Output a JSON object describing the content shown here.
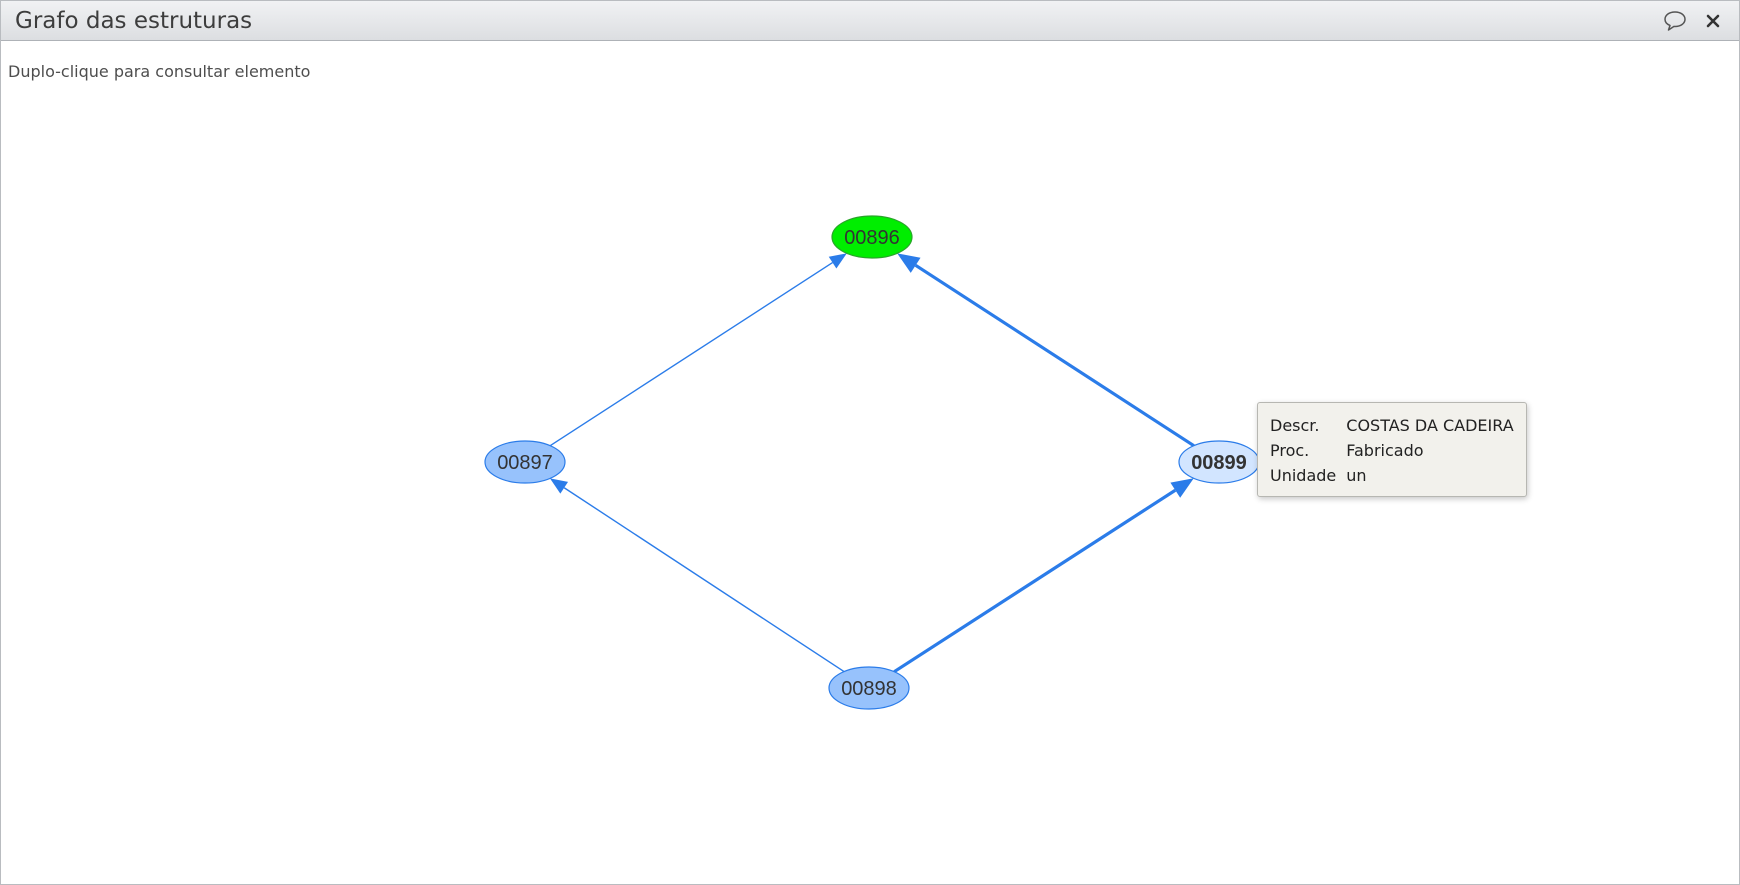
{
  "window": {
    "title": "Grafo das estruturas",
    "actions": [
      {
        "name": "comment",
        "icon": "speech-bubble-icon"
      },
      {
        "name": "close",
        "icon": "close-icon",
        "glyph": "✕"
      }
    ]
  },
  "hint": "Duplo-clique para consultar elemento",
  "graph": {
    "nodes": [
      {
        "id": "00896",
        "label": "00896",
        "fill": "#00ee00",
        "stroke": "#2aa52a",
        "bold": false
      },
      {
        "id": "00897",
        "label": "00897",
        "fill": "#97c2fc",
        "stroke": "#2b7ce9",
        "bold": false
      },
      {
        "id": "00898",
        "label": "00898",
        "fill": "#97c2fc",
        "stroke": "#2b7ce9",
        "bold": false
      },
      {
        "id": "00899",
        "label": "00899",
        "fill": "#d2e5ff",
        "stroke": "#2b7ce9",
        "bold": true
      }
    ],
    "edges": [
      {
        "from": "00897",
        "to": "00896",
        "highlighted": false
      },
      {
        "from": "00899",
        "to": "00896",
        "highlighted": true
      },
      {
        "from": "00898",
        "to": "00897",
        "highlighted": false
      },
      {
        "from": "00898",
        "to": "00899",
        "highlighted": true
      }
    ],
    "edge_color": "#2b7ce9"
  },
  "tooltip": {
    "node": "00899",
    "rows": [
      {
        "key": "Descr.",
        "value": "COSTAS DA CADEIRA"
      },
      {
        "key": "Proc.",
        "value": "Fabricado"
      },
      {
        "key": "Unidade",
        "value": "un"
      }
    ]
  }
}
